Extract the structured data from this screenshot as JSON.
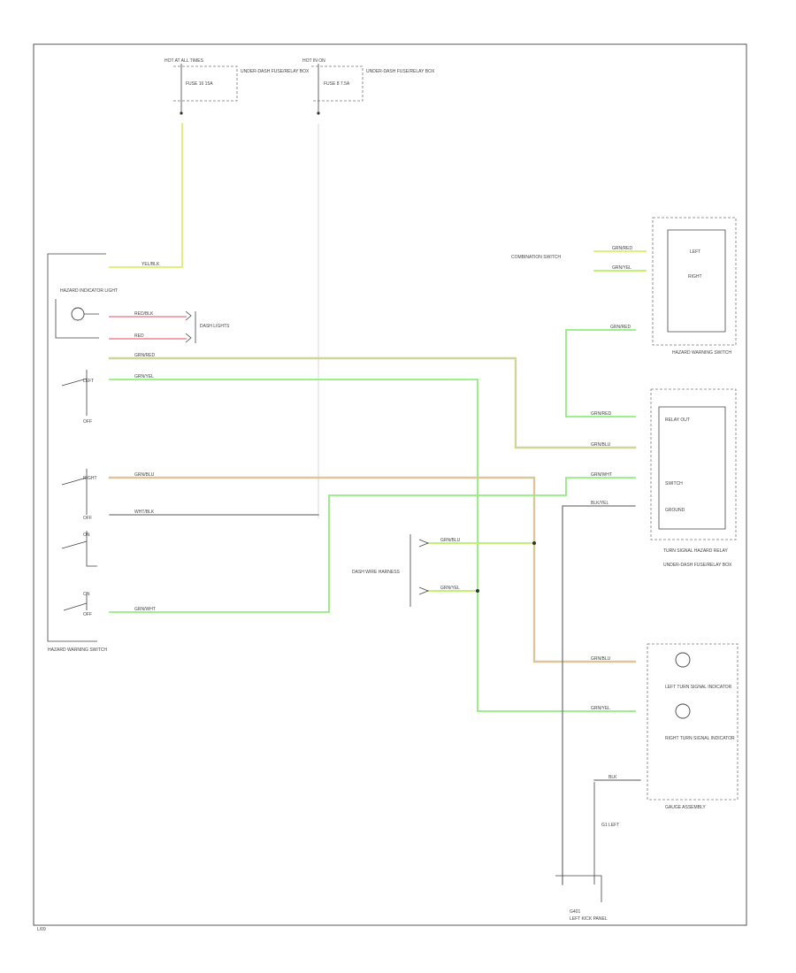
{
  "labels": {
    "page_code": "L/09",
    "top_left_conn": "HOT AT ALL TIMES",
    "top_right_conn": "HOT IN ON",
    "fuse_left_id": "FUSE 16 15A",
    "fuse_right_id": "FUSE 8 7.5A",
    "fuse_left_desc": "UNDER-DASH FUSE/RELAY BOX",
    "fuse_right_desc": "UNDER-DASH FUSE/RELAY BOX",
    "hazard_switch": "HAZARD WARNING SWITCH",
    "hazard_indicator": "HAZARD INDICATOR LIGHT",
    "dash_lights": "DASH LIGHTS",
    "combo_switch": "COMBINATION SWITCH",
    "indicator_light": "HAZARD WARNING SWITCH",
    "turn_signal_unit": "TURN SIGNAL HAZARD RELAY",
    "turn_signal_desc": "UNDER-DASH FUSE/RELAY BOX",
    "relay_top": "RELAY OUT",
    "relay_mid": "SWITCH",
    "relay_bot": "GROUND",
    "dash_connector": "DASH WIRE HARNESS",
    "left_indicator": "LEFT TURN SIGNAL INDICATOR",
    "right_indicator": "RIGHT TURN SIGNAL INDICATOR",
    "gauge_assembly": "GAUGE ASSEMBLY",
    "ground": "G401",
    "ground_desc": "LEFT KICK PANEL",
    "ground_note": "G1 LEFT",
    "left_label": "LEFT",
    "right_label": "RIGHT",
    "off_label": "OFF",
    "on_label": "ON",
    "wire_yel_blk": "YEL/BLK",
    "wire_grn_yel": "GRN/YEL",
    "wire_grn_red": "GRN/RED",
    "wire_grn_blu": "GRN/BLU",
    "wire_grn_wht": "GRN/WHT",
    "wire_red_blk": "RED/BLK",
    "wire_red": "RED",
    "wire_blk": "BLK",
    "wire_wht_blk": "WHT/BLK",
    "wire_blk_yel": "BLK/YEL"
  }
}
